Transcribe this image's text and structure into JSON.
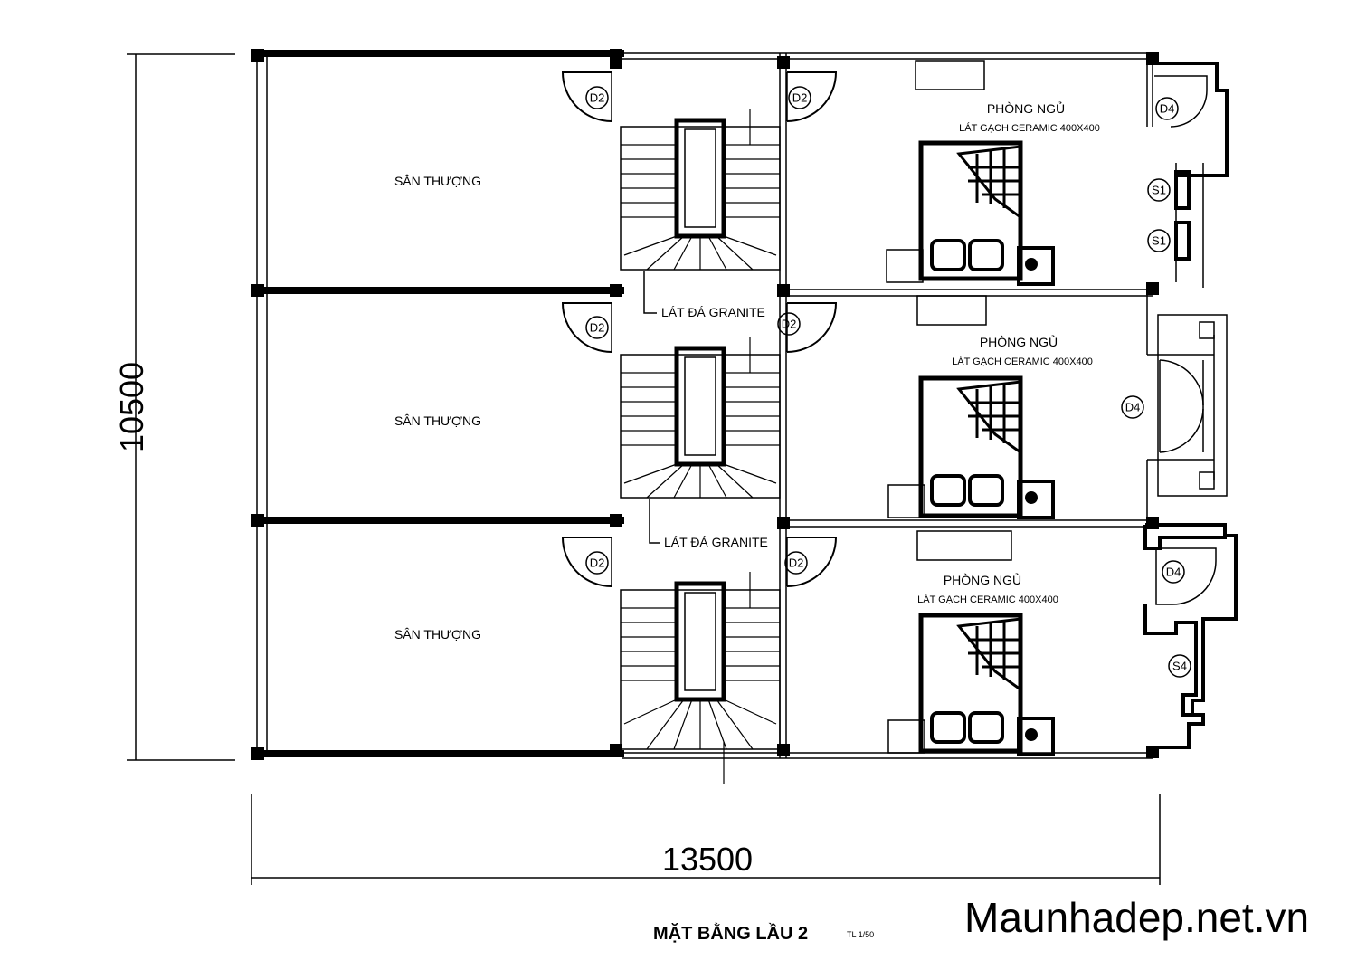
{
  "plan": {
    "units": [
      {
        "terrace": "SÂN THƯỢNG",
        "room": "PHÒNG NGỦ",
        "floor": "LÁT GẠCH CERAMIC 400X400",
        "stair_floor": "LÁT ĐÁ GRANITE",
        "door_left": "D2",
        "door_right": "D2",
        "door_balcony": "D4",
        "windows": [
          "S1",
          "S1"
        ]
      },
      {
        "terrace": "SÂN THƯỢNG",
        "room": "PHÒNG NGỦ",
        "floor": "LÁT GẠCH CERAMIC 400X400",
        "stair_floor": "LÁT ĐÁ GRANITE",
        "door_left": "D2",
        "door_right": "D2",
        "door_balcony": "D4",
        "windows": []
      },
      {
        "terrace": "SÂN THƯỢNG",
        "room": "PHÒNG NGỦ",
        "floor": "LÁT GẠCH CERAMIC 400X400",
        "stair_floor": "",
        "door_left": "D2",
        "door_right": "D2",
        "door_balcony": "D4",
        "windows": [
          "S4"
        ]
      }
    ],
    "dim_horizontal": "13500",
    "dim_vertical": "10500",
    "title": "MẶT BẰNG LẦU 2",
    "scale": "TL 1/50",
    "watermark": "Maunhadep.net.vn"
  }
}
